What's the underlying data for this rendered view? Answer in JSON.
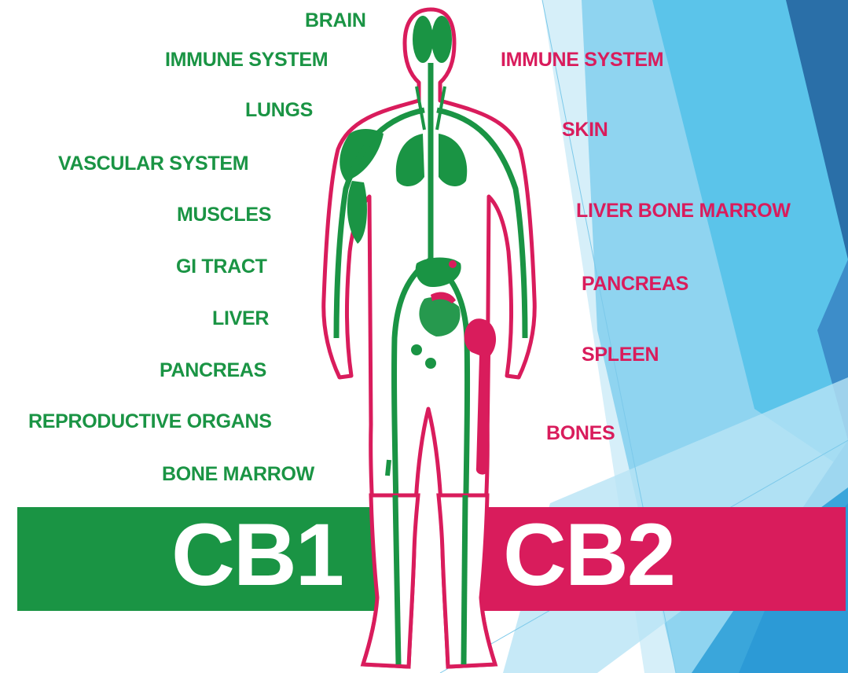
{
  "colors": {
    "cb1": "#1a9444",
    "cb2": "#d91c5c",
    "blue_light": "#bfe6f5",
    "blue_mid": "#5bc4ea",
    "blue_dark": "#2a6fa8"
  },
  "cb1": {
    "title": "CB1",
    "organs": [
      "BRAIN",
      "IMMUNE SYSTEM",
      "LUNGS",
      "VASCULAR SYSTEM",
      "MUSCLES",
      "GI TRACT",
      "LIVER",
      "PANCREAS",
      "REPRODUCTIVE ORGANS",
      "BONE MARROW"
    ]
  },
  "cb2": {
    "title": "CB2",
    "organs": [
      "IMMUNE SYSTEM",
      "SKIN",
      "LIVER BONE MARROW",
      "PANCREAS",
      "SPLEEN",
      "BONES"
    ]
  }
}
